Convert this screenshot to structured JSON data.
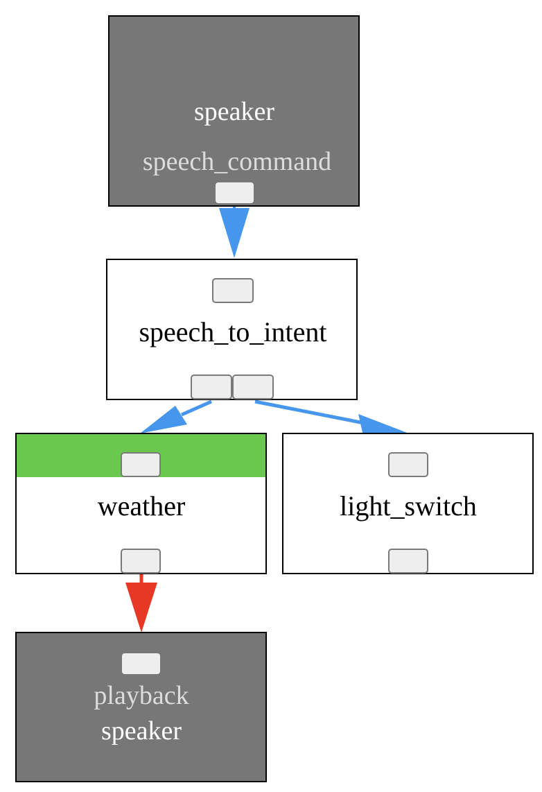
{
  "nodes": {
    "speaker_source": {
      "title": "speaker",
      "subtitle": "speech_command"
    },
    "speech_to_intent": {
      "title": "speech_to_intent"
    },
    "weather": {
      "title": "weather"
    },
    "light_switch": {
      "title": "light_switch"
    },
    "speaker_sink": {
      "subtitle": "playback",
      "title": "speaker"
    }
  },
  "colors": {
    "source_sink_fill": "#777777",
    "node_fill": "#ffffff",
    "node_border": "#000000",
    "active_header": "#69c84d",
    "edge_blue": "#4596ec",
    "edge_red": "#e83725",
    "port_fill": "#eeeeee",
    "port_border": "#7a7a7a",
    "title_on_dark": "#ffffff",
    "subtitle_on_dark": "#dddddd",
    "title_on_light": "#000000"
  },
  "edges": [
    {
      "from": "speaker.speech_command",
      "to": "speech_to_intent",
      "color": "edge_blue"
    },
    {
      "from": "speech_to_intent",
      "to": "weather",
      "color": "edge_blue"
    },
    {
      "from": "speech_to_intent",
      "to": "light_switch",
      "color": "edge_blue"
    },
    {
      "from": "weather",
      "to": "speaker.playback",
      "color": "edge_red"
    }
  ]
}
